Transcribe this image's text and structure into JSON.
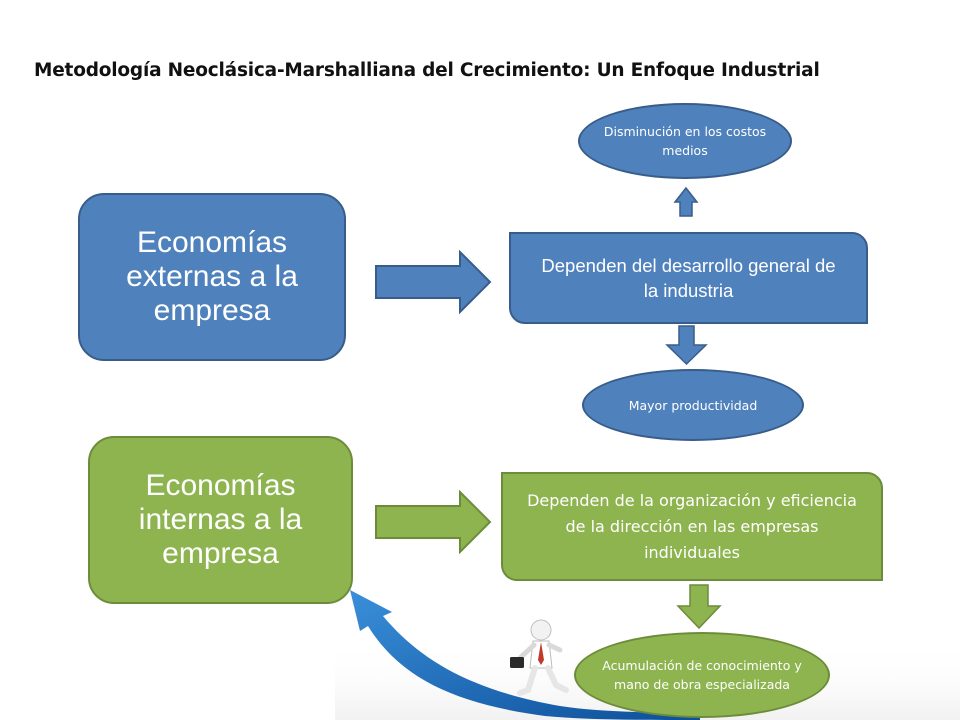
{
  "title": "Metodología Neoclásica-Marshalliana del Crecimiento: Un Enfoque Industrial",
  "colors": {
    "blue": "#4f81bd",
    "blue_border": "#385d8a",
    "green": "#8eb44f",
    "green_border": "#6d8c3b"
  },
  "external": {
    "box": "Economías externas a la empresa",
    "mid": "Dependen del desarrollo general de la industria",
    "top_oval": "Disminución en los costos medios",
    "bottom_oval": "Mayor productividad"
  },
  "internal": {
    "box": "Economías internas a la empresa",
    "mid": "Dependen de la organización y eficiencia de la dirección en las empresas individuales",
    "bottom_oval": "Acumulación de conocimiento y mano de obra especializada"
  },
  "illustration": "businessman-running-up-arrow"
}
